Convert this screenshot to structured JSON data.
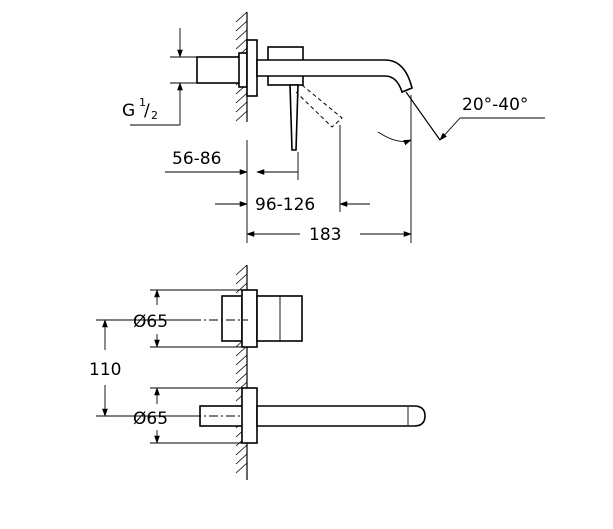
{
  "side_view": {
    "thread_label": "G",
    "thread_num": "1",
    "thread_den": "2",
    "depth_range_label": "56-86",
    "handle_range_label": "96-126",
    "spout_length_label": "183",
    "angle_label": "20°-40°"
  },
  "front_view": {
    "handle_diameter_label": "Ø65",
    "spout_diameter_label": "Ø65",
    "spacing_label": "110"
  }
}
